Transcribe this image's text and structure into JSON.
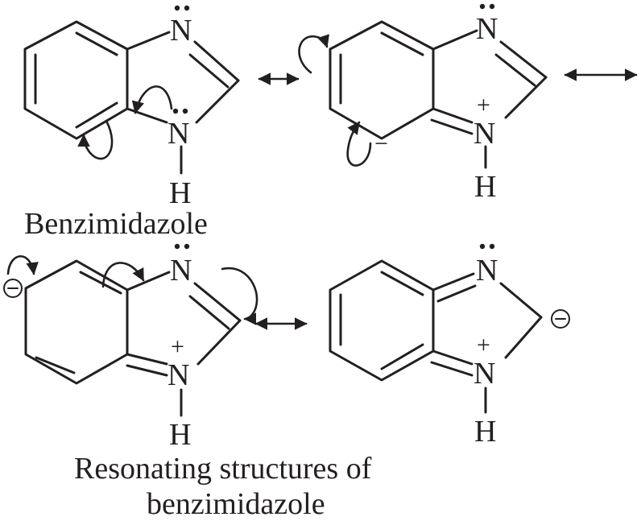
{
  "atoms": {
    "nitrogen": "N",
    "hydrogen": "H",
    "positive_charge": "+",
    "negative_charge": "−"
  },
  "captions": {
    "top": "Benzimidazole",
    "bottom_line1": "Resonating structures of",
    "bottom_line2": "benzimidazole"
  }
}
